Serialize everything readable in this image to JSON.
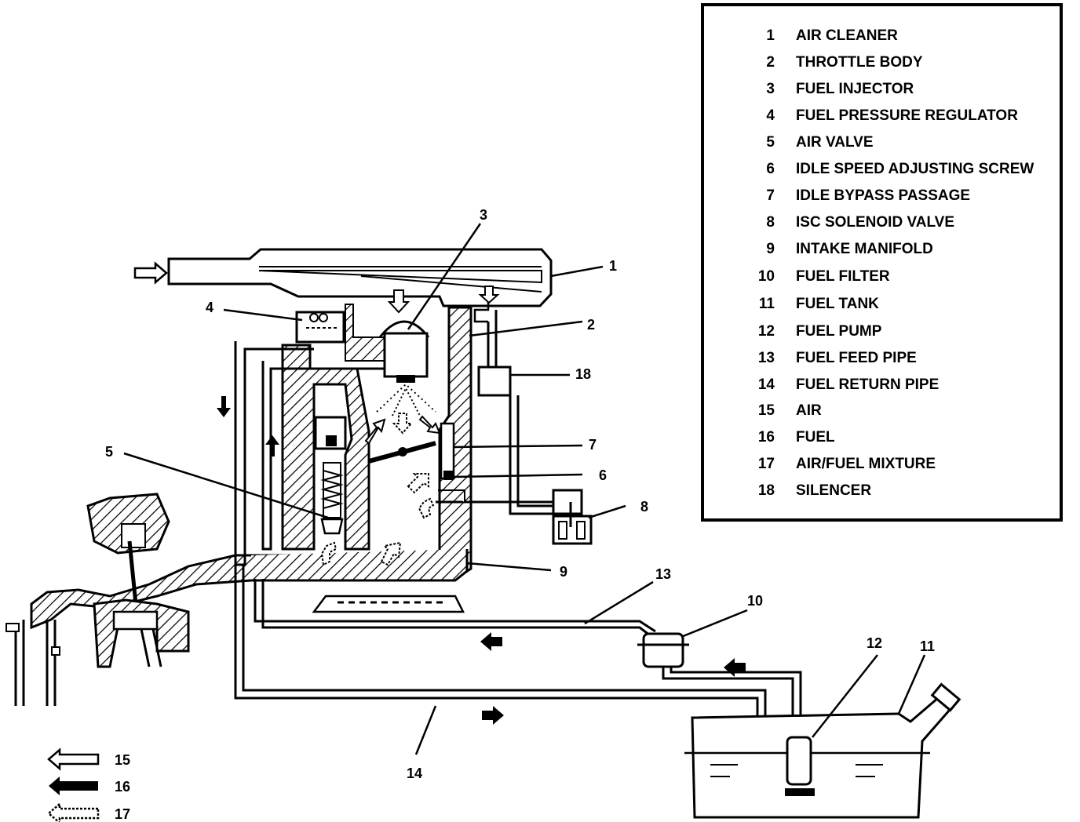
{
  "legend": [
    {
      "num": "1",
      "label": "AIR CLEANER"
    },
    {
      "num": "2",
      "label": "THROTTLE BODY"
    },
    {
      "num": "3",
      "label": "FUEL INJECTOR"
    },
    {
      "num": "4",
      "label": "FUEL PRESSURE REGULATOR"
    },
    {
      "num": "5",
      "label": "AIR VALVE"
    },
    {
      "num": "6",
      "label": "IDLE SPEED ADJUSTING SCREW"
    },
    {
      "num": "7",
      "label": "IDLE BYPASS PASSAGE"
    },
    {
      "num": "8",
      "label": "ISC SOLENOID VALVE"
    },
    {
      "num": "9",
      "label": "INTAKE MANIFOLD"
    },
    {
      "num": "10",
      "label": "FUEL FILTER"
    },
    {
      "num": "11",
      "label": "FUEL TANK"
    },
    {
      "num": "12",
      "label": "FUEL PUMP"
    },
    {
      "num": "13",
      "label": "FUEL FEED PIPE"
    },
    {
      "num": "14",
      "label": "FUEL RETURN PIPE"
    },
    {
      "num": "15",
      "label": "AIR"
    },
    {
      "num": "16",
      "label": "FUEL"
    },
    {
      "num": "17",
      "label": "AIR/FUEL MIXTURE"
    },
    {
      "num": "18",
      "label": "SILENCER"
    }
  ],
  "callouts": {
    "c1": "1",
    "c2": "2",
    "c3": "3",
    "c4": "4",
    "c5": "5",
    "c6": "6",
    "c7": "7",
    "c8": "8",
    "c9": "9",
    "c10": "10",
    "c11": "11",
    "c12": "12",
    "c13": "13",
    "c14": "14",
    "c18": "18"
  },
  "key": {
    "air": "15",
    "fuel": "16",
    "mixture": "17"
  }
}
